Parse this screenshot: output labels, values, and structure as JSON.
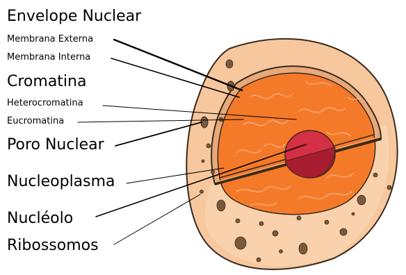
{
  "labels": {
    "envelope": "Envelope Nuclear",
    "membrana_externa": "Membrana Externa",
    "membrana_interna": "Membrana Interna",
    "cromatina": "Cromatina",
    "heterocromatina": "Heterocromatina",
    "eucromatina": "Eucromatina",
    "poro": "Poro Nuclear",
    "nucleoplasma": "Nucleoplasma",
    "nucleolo": "Nucléolo",
    "ribossomos": "Ribossomos"
  },
  "colors": {
    "cytoplasm": "#f7c79e",
    "cytoplasm_outline": "#3a2a1a",
    "envelope_band": "#e8a97a",
    "nucleoplasm": "#f47a2a",
    "nucleoplasm_light": "#f9915a",
    "nucleolus": "#d42f44",
    "nucleolus_dark": "#a81c30",
    "ribosome": "#7a5a3a",
    "chromatin": "#fbb48a"
  }
}
